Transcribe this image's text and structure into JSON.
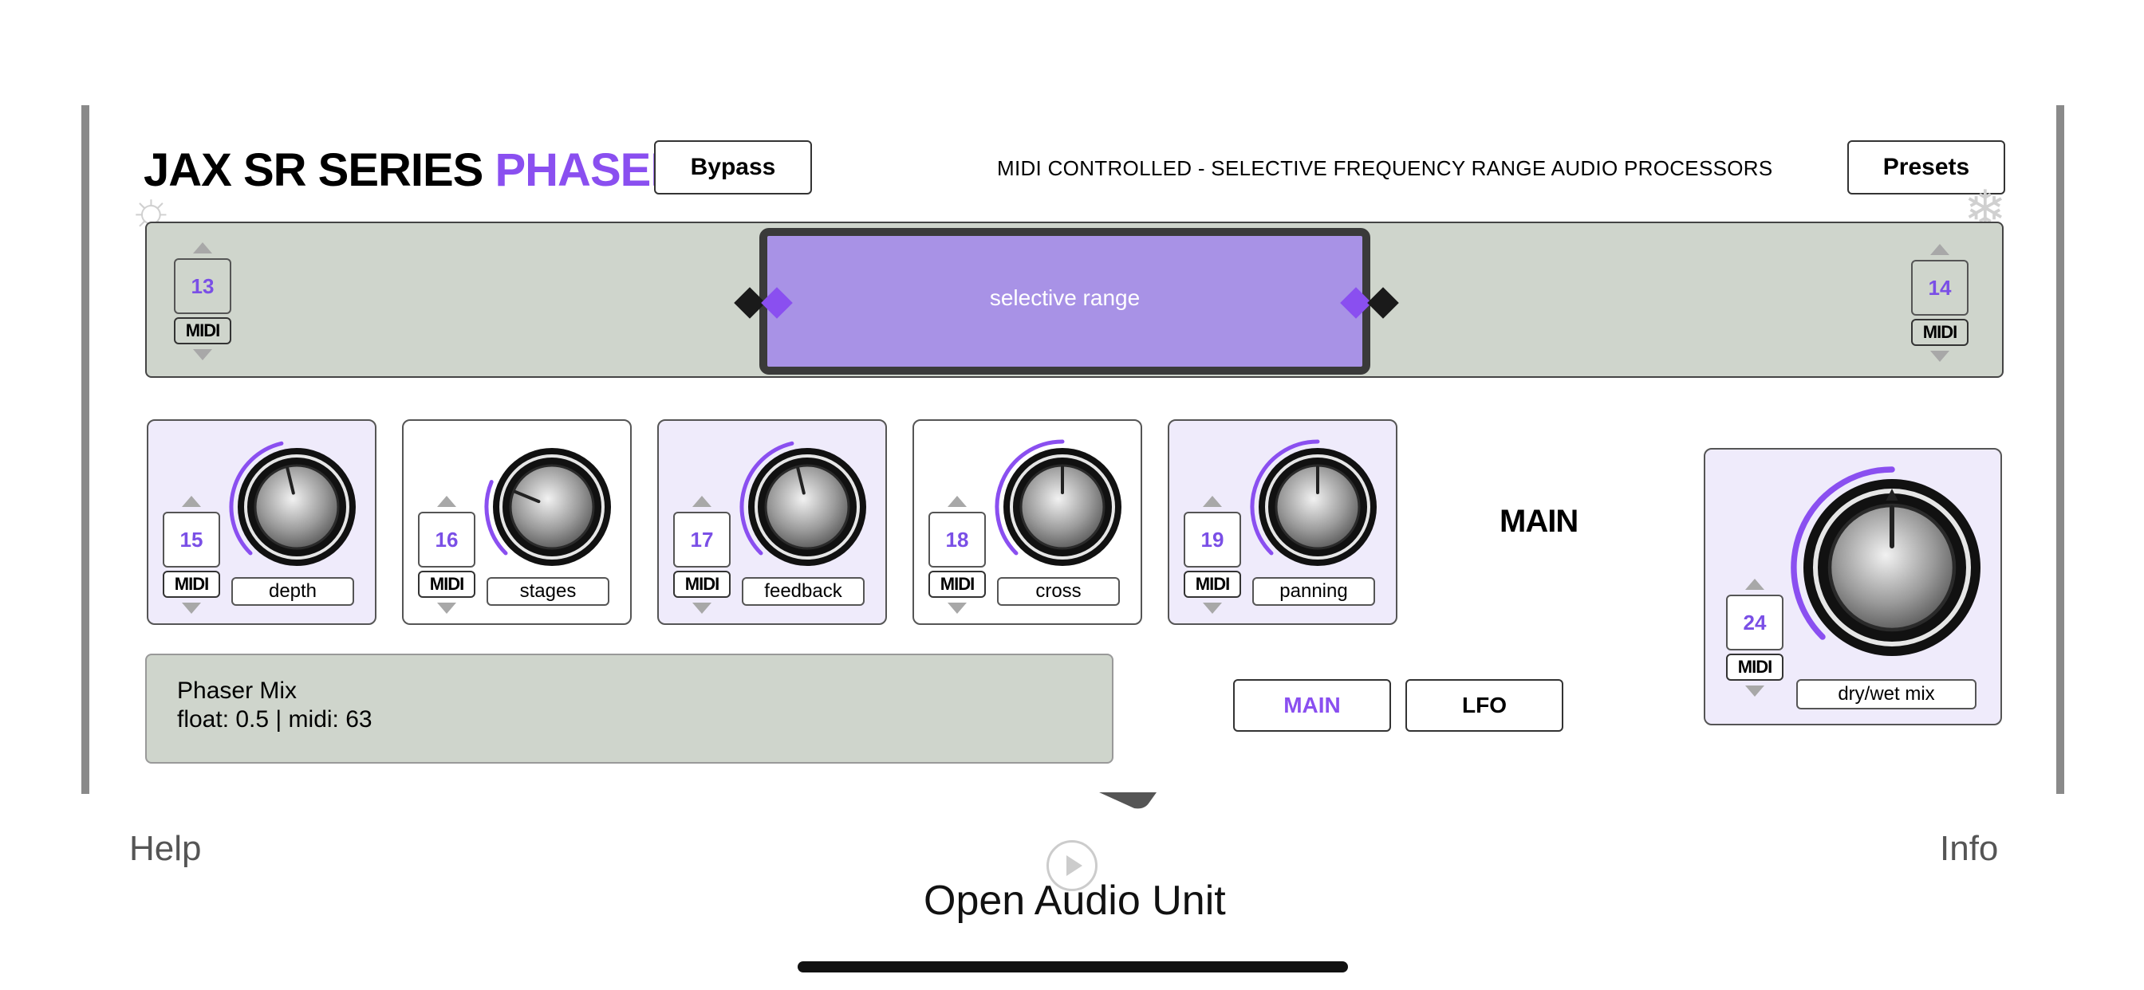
{
  "header": {
    "title_main": "JAX SR SERIES ",
    "title_accent": "PHASER",
    "bypass_label": "Bypass",
    "subtitle": "MIDI CONTROLLED - SELECTIVE FREQUENCY RANGE AUDIO PROCESSORS",
    "presets_label": "Presets"
  },
  "range": {
    "label": "selective range",
    "left_cc": {
      "number": "13",
      "midi": "MIDI"
    },
    "right_cc": {
      "number": "14",
      "midi": "MIDI"
    }
  },
  "knobs": [
    {
      "label": "depth",
      "cc": "15",
      "midi": "MIDI",
      "level": 0.45
    },
    {
      "label": "stages",
      "cc": "16",
      "midi": "MIDI",
      "level": 0.25
    },
    {
      "label": "feedback",
      "cc": "17",
      "midi": "MIDI",
      "level": 0.45
    },
    {
      "label": "cross",
      "cc": "18",
      "midi": "MIDI",
      "level": 0.5
    },
    {
      "label": "panning",
      "cc": "19",
      "midi": "MIDI",
      "level": 0.5
    }
  ],
  "mix": {
    "label": "dry/wet mix",
    "cc": "24",
    "midi": "MIDI",
    "level": 0.5
  },
  "page": {
    "section_label": "MAIN",
    "tabs": [
      {
        "label": "MAIN",
        "active": true
      },
      {
        "label": "LFO",
        "active": false
      }
    ]
  },
  "info": {
    "name": "Phaser Mix",
    "value": "float: 0.5 | midi: 63"
  },
  "footer": {
    "help": "Help",
    "info": "Info",
    "open_audio_unit": "Open Audio Unit"
  },
  "colors": {
    "accent": "#8a4ff0",
    "range_fill": "#a892e6",
    "panel_gray": "#cfd5cc",
    "card_lilac": "#efebfb"
  }
}
